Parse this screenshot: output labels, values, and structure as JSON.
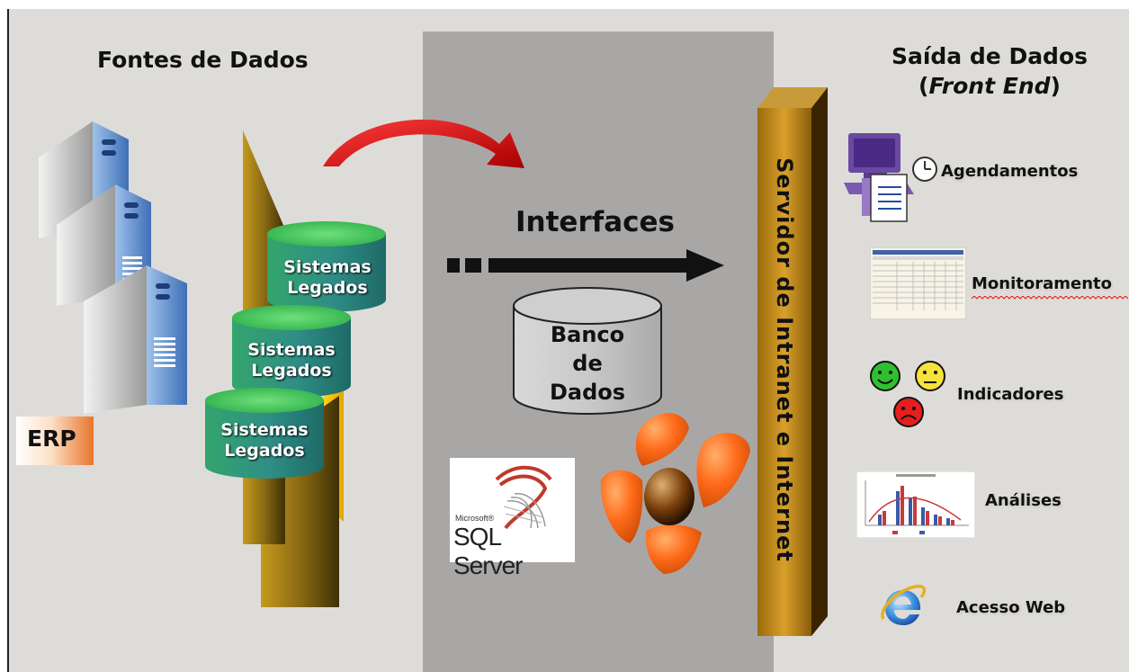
{
  "left_section": {
    "title": "Fontes de Dados",
    "erp_label": "ERP"
  },
  "legacy_systems": [
    {
      "label_line1": "Sistemas",
      "label_line2": "Legados"
    },
    {
      "label_line1": "Sistemas",
      "label_line2": "Legados"
    },
    {
      "label_line1": "Sistemas",
      "label_line2": "Legados"
    }
  ],
  "middle_section": {
    "interfaces_label": "Interfaces",
    "database_line1": "Banco",
    "database_line2": "de",
    "database_line3": "Dados",
    "sql_logo_small": "Microsoft®",
    "sql_logo_main": "SQL Server"
  },
  "server_bar_label": "Servidor de Intranet e Internet",
  "right_section": {
    "title_line1": "Saída de Dados",
    "title_line2_open": "(",
    "title_line2_italic": "Front End",
    "title_line2_close": ")",
    "outputs": [
      {
        "label": "Agendamentos",
        "icon": "schedule-computer-icon"
      },
      {
        "label": "Monitoramento",
        "icon": "spreadsheet-thumbnail-icon"
      },
      {
        "label": "Indicadores",
        "icon": "smiley-faces-icon"
      },
      {
        "label": "Análises",
        "icon": "bar-chart-thumbnail-icon"
      },
      {
        "label": "Acesso Web",
        "icon": "internet-explorer-icon"
      }
    ]
  },
  "colors": {
    "background": "#dedcd8",
    "middle_panel": "#a9a7a6",
    "cylinder_green": "#3fbf55",
    "cylinder_teal": "#2f8d86",
    "arrow_red": "#e02020",
    "server_bar_gold": "#c28a1a",
    "erp_orange": "#e8742a"
  }
}
